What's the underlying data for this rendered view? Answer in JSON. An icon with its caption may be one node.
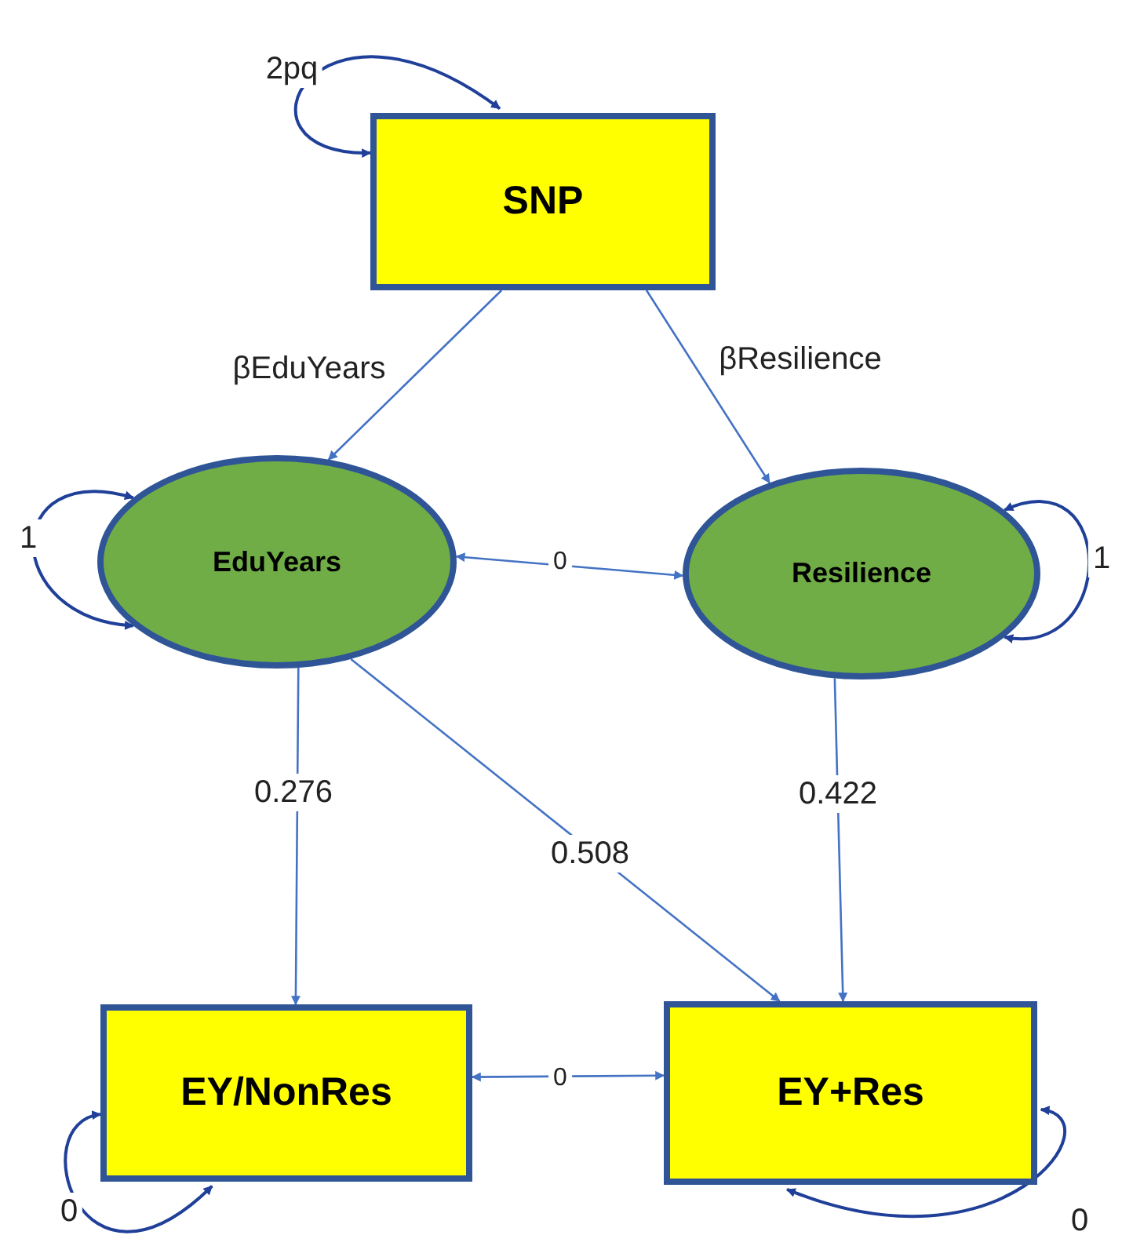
{
  "diagram": {
    "nodes": [
      {
        "text": [
          "SNP"
        ]
      },
      {
        "text": [
          "EduYears"
        ]
      },
      {
        "text": [
          "Resilience"
        ]
      },
      {
        "text": [
          "EY/NonRes"
        ]
      },
      {
        "text": [
          "EY+Res"
        ]
      }
    ],
    "edges": [
      {
        "from": 0,
        "to": 0,
        "arrow": "both",
        "label": "2pq",
        "color": "#1f3f99"
      },
      {
        "from": 0,
        "to": 1,
        "arrow": "to",
        "label": "βEduYears"
      },
      {
        "from": 0,
        "to": 2,
        "arrow": "to",
        "label": "βResilience"
      },
      {
        "from": 1,
        "to": 1,
        "arrow": "both",
        "label": "1",
        "color": "#1f3f99"
      },
      {
        "from": 2,
        "to": 2,
        "arrow": "both",
        "label": "1",
        "color": "#1f3f99"
      },
      {
        "from": 1,
        "to": 2,
        "arrow": "both",
        "label": "0"
      },
      {
        "from": 1,
        "to": 3,
        "arrow": "to",
        "label": "0.276"
      },
      {
        "from": 1,
        "to": 4,
        "arrow": "to",
        "label": "0.508"
      },
      {
        "from": 2,
        "to": 4,
        "arrow": "to",
        "label": "0.422"
      },
      {
        "from": 3,
        "to": 4,
        "arrow": "both",
        "label": "0"
      },
      {
        "from": 3,
        "to": 3,
        "arrow": "both",
        "label": "0",
        "color": "#1f3f99"
      },
      {
        "from": 4,
        "to": 4,
        "arrow": "both",
        "label": "0",
        "color": "#1f3f99"
      }
    ]
  }
}
